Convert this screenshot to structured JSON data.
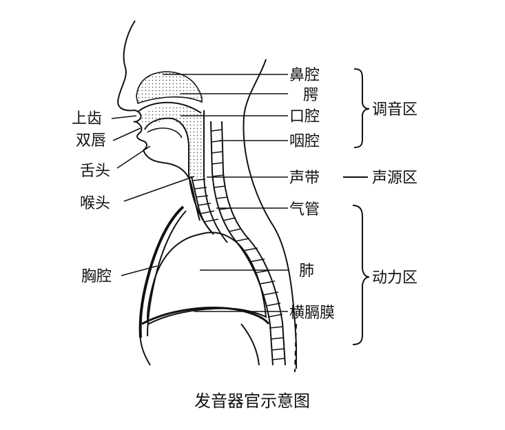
{
  "caption": "发音器官示意图",
  "labels": {
    "nasal_cavity": "鼻腔",
    "palate": "腭",
    "oral_cavity": "口腔",
    "pharynx": "咽腔",
    "vocal_cords": "声带",
    "trachea": "气管",
    "lung": "肺",
    "diaphragm": "横膈膜",
    "upper_teeth": "上齿",
    "lips": "双唇",
    "tongue": "舌头",
    "larynx": "喉头",
    "chest_cavity": "胸腔"
  },
  "groups": {
    "articulation": "调音区",
    "source": "声源区",
    "power": "动力区"
  }
}
